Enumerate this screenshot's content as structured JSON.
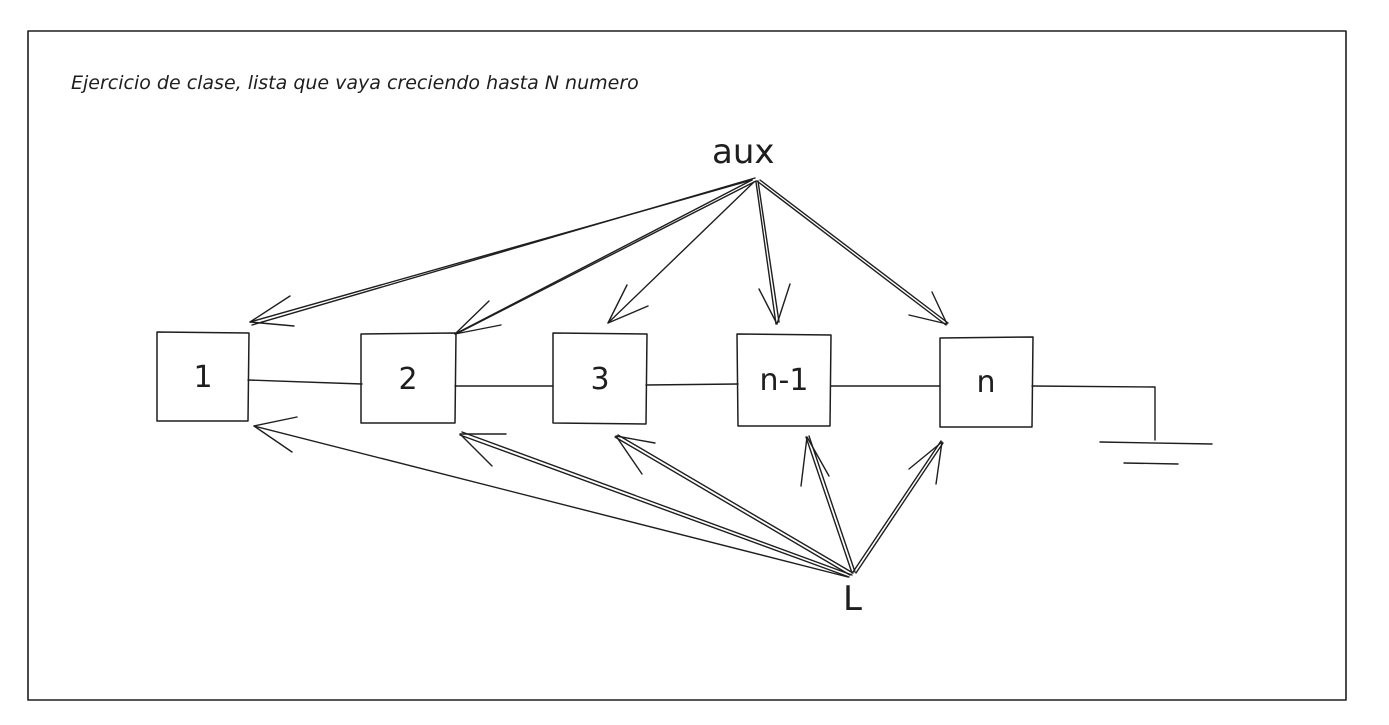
{
  "title": "Ejercicio de clase, lista que vaya creciendo hasta N numero",
  "pointers": {
    "aux": "aux",
    "head": "L"
  },
  "nodes": [
    {
      "label": "1"
    },
    {
      "label": "2"
    },
    {
      "label": "3"
    },
    {
      "label": "n-1"
    },
    {
      "label": "n"
    }
  ],
  "terminator": "null-ground-symbol"
}
